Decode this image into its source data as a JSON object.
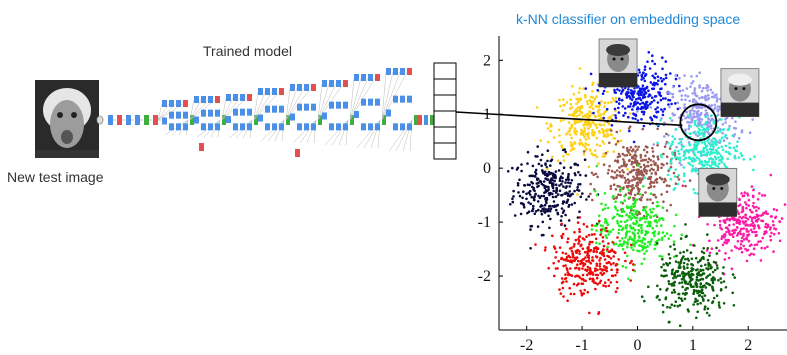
{
  "labels": {
    "trained_model": "Trained model",
    "new_test_image": "New test image",
    "plot_title": "k-NN classifier on embedding space"
  },
  "icons": {
    "test_image": "einstein-tongue-photo",
    "neighbor_1": "portrait-photo-fermi",
    "neighbor_2": "portrait-photo-einstein",
    "neighbor_3": "portrait-photo-man"
  },
  "colors": {
    "title": "#1f88d8",
    "arrow": "#000000",
    "conv_block": "#4a8fe8",
    "norm_block": "#3fae3f",
    "pool_block": "#e35050"
  },
  "embedding_vector": {
    "cells": 6
  },
  "chart_data": {
    "type": "scatter",
    "title": "k-NN classifier on embedding space",
    "xlabel": "",
    "ylabel": "",
    "xlim": [
      -2.5,
      2.7
    ],
    "ylim": [
      -3.0,
      2.45
    ],
    "x_ticks": [
      "-2",
      "-1",
      "0",
      "1",
      "2"
    ],
    "y_ticks": [
      "2",
      "1",
      "0",
      "-1",
      "-2"
    ],
    "grid": false,
    "clusters": [
      {
        "color": "#0a0a3e",
        "center": [
          -1.6,
          -0.4
        ]
      },
      {
        "color": "#ffd014",
        "center": [
          -0.9,
          0.8
        ]
      },
      {
        "color": "#0a14e6",
        "center": [
          0.0,
          1.4
        ]
      },
      {
        "color": "#9a9af0",
        "center": [
          1.2,
          1.0
        ]
      },
      {
        "color": "#9a584e",
        "center": [
          0.0,
          -0.1
        ]
      },
      {
        "color": "#2af0cc",
        "center": [
          1.2,
          0.3
        ]
      },
      {
        "color": "#ff1aa6",
        "center": [
          1.9,
          -1.0
        ]
      },
      {
        "color": "#22ee22",
        "center": [
          -0.1,
          -1.1
        ]
      },
      {
        "color": "#ee0a0a",
        "center": [
          -0.9,
          -1.7
        ]
      },
      {
        "color": "#0a5e0a",
        "center": [
          1.0,
          -2.1
        ]
      }
    ],
    "query_point": [
      1.1,
      0.85
    ],
    "neighbor_photos": [
      [
        -0.35,
        1.95
      ],
      [
        1.85,
        1.4
      ],
      [
        1.45,
        -0.45
      ]
    ]
  }
}
